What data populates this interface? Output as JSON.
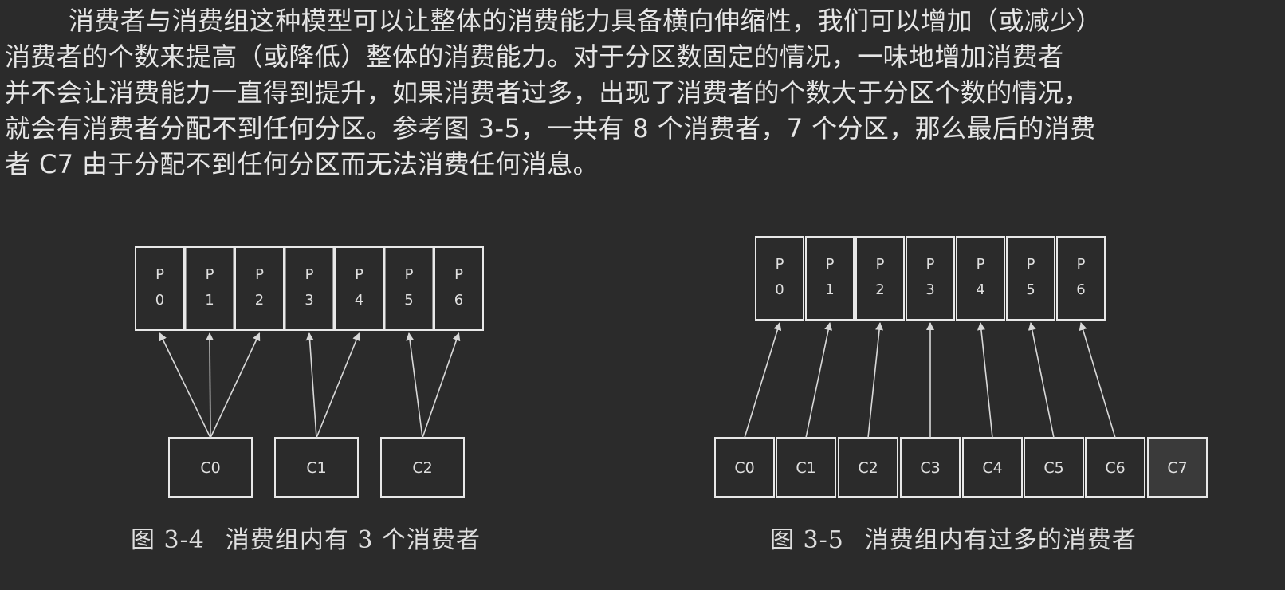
{
  "paragraph": {
    "lines": [
      "消费者与消费组这种模型可以让整体的消费能力具备横向伸缩性，我们可以增加（或减少）",
      "消费者的个数来提高（或降低）整体的消费能力。对于分区数固定的情况，一味地增加消费者",
      "并不会让消费能力一直得到提升，如果消费者过多，出现了消费者的个数大于分区个数的情况，",
      "就会有消费者分配不到任何分区。参考图 3-5，一共有 8 个消费者，7 个分区，那么最后的消费",
      "者 C7 由于分配不到任何分区而无法消费任何消息。"
    ]
  },
  "figures": [
    {
      "id": "fig-3-4",
      "caption_num": "图 3-4",
      "caption_text": "消费组内有 3 个消费者",
      "partitions": [
        {
          "top": "P",
          "bottom": "0"
        },
        {
          "top": "P",
          "bottom": "1"
        },
        {
          "top": "P",
          "bottom": "2"
        },
        {
          "top": "P",
          "bottom": "3"
        },
        {
          "top": "P",
          "bottom": "4"
        },
        {
          "top": "P",
          "bottom": "5"
        },
        {
          "top": "P",
          "bottom": "6"
        }
      ],
      "consumers": [
        "C0",
        "C1",
        "C2"
      ],
      "assignments": [
        [
          0,
          0
        ],
        [
          0,
          1
        ],
        [
          0,
          2
        ],
        [
          1,
          3
        ],
        [
          1,
          4
        ],
        [
          2,
          5
        ],
        [
          2,
          6
        ]
      ]
    },
    {
      "id": "fig-3-5",
      "caption_num": "图 3-5",
      "caption_text": "消费组内有过多的消费者",
      "partitions": [
        {
          "top": "P",
          "bottom": "0"
        },
        {
          "top": "P",
          "bottom": "1"
        },
        {
          "top": "P",
          "bottom": "2"
        },
        {
          "top": "P",
          "bottom": "3"
        },
        {
          "top": "P",
          "bottom": "4"
        },
        {
          "top": "P",
          "bottom": "5"
        },
        {
          "top": "P",
          "bottom": "6"
        }
      ],
      "consumers": [
        "C0",
        "C1",
        "C2",
        "C3",
        "C4",
        "C5",
        "C6",
        "C7"
      ],
      "assignments": [
        [
          0,
          0
        ],
        [
          1,
          1
        ],
        [
          2,
          2
        ],
        [
          3,
          3
        ],
        [
          4,
          4
        ],
        [
          5,
          5
        ],
        [
          6,
          6
        ]
      ],
      "idle_consumer": "C7"
    }
  ]
}
